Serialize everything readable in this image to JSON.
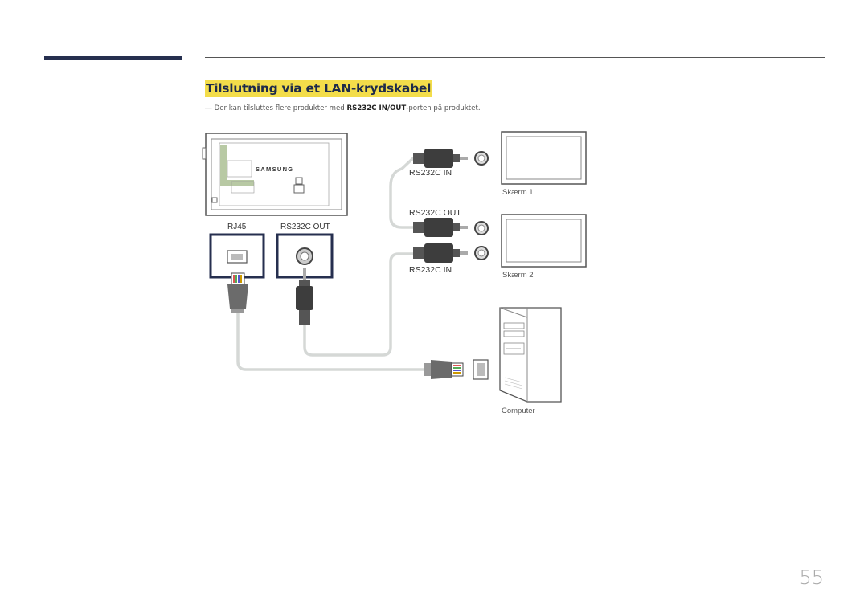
{
  "section": {
    "heading": "Tilslutning via et LAN-krydskabel",
    "note_prefix": "Der kan tilsluttes flere produkter med ",
    "note_bold_1": "RS232C IN",
    "note_slash": "/",
    "note_bold_2": "OUT",
    "note_suffix": "-porten på produktet."
  },
  "diagram": {
    "brand": "SAMSUNG",
    "port_rj45": "RJ45",
    "port_rs232c_out_left": "RS232C OUT",
    "rs232c_in_1": "RS232C IN",
    "rs232c_out": "RS232C OUT",
    "rs232c_in_2": "RS232C IN",
    "screen_1": "Skærm 1",
    "screen_2": "Skærm 2",
    "computer": "Computer"
  },
  "page": {
    "number": "55"
  }
}
